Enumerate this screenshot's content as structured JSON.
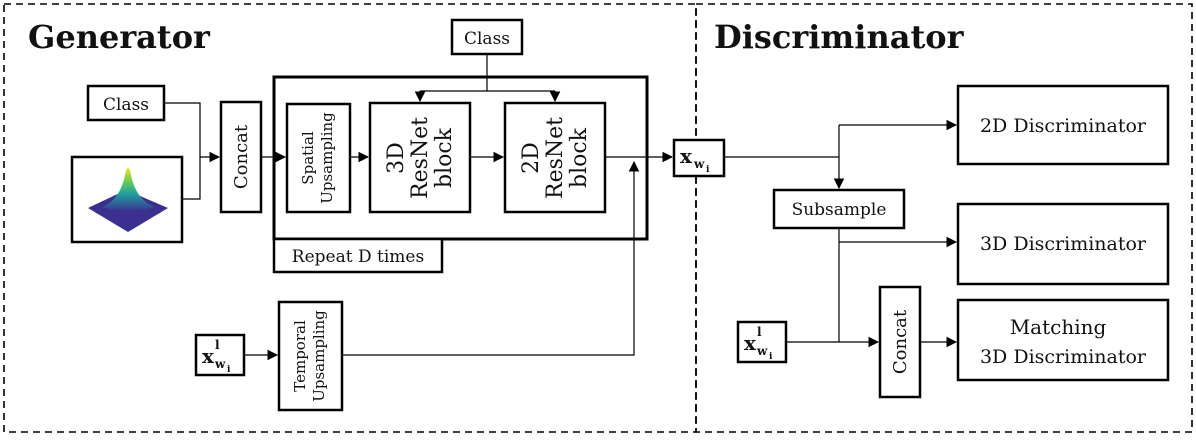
{
  "sections": {
    "generator_title": "Generator",
    "discriminator_title": "Discriminator"
  },
  "blocks": {
    "class_top": "Class",
    "class_left": "Class",
    "concat_gen": "Concat",
    "spatial_upsampling": [
      "Spatial",
      "Upsampling"
    ],
    "resnet_3d": [
      "3D",
      "ResNet",
      "block"
    ],
    "resnet_2d": [
      "2D",
      "ResNet",
      "block"
    ],
    "repeat": "Repeat D times",
    "temporal_upsampling": [
      "Temporal",
      "Upsampling"
    ],
    "disc_2d": "2D Discriminator",
    "subsample": "Subsample",
    "disc_3d": "3D Discriminator",
    "matching_line1": "Matching",
    "matching_line2": "3D Discriminator",
    "concat_disc": "Concat"
  },
  "math": {
    "x_main": "x",
    "x_sub": "w",
    "x_subsub": "i",
    "x_low_sup": "l"
  },
  "colors": {
    "gaussian_peak": "#f3e21a",
    "gaussian_mid": "#21a0a0",
    "gaussian_base": "#3b2f8f"
  }
}
